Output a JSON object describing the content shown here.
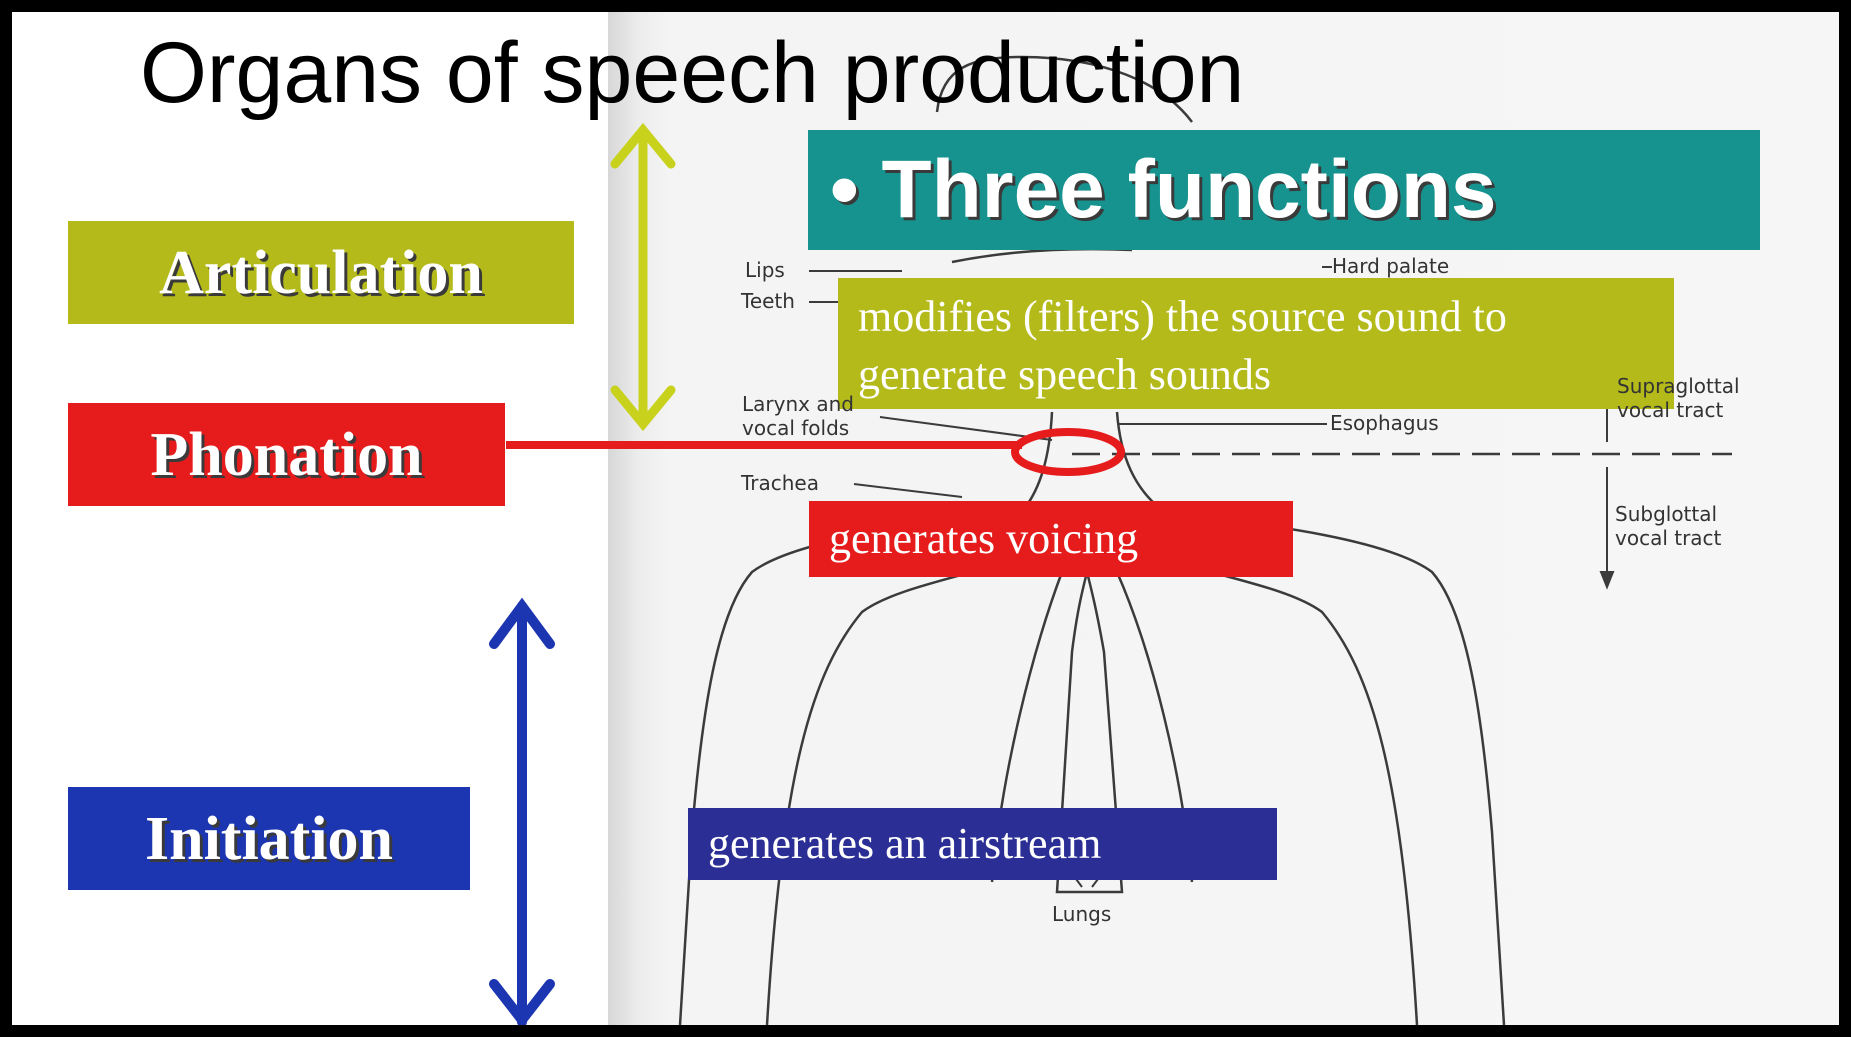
{
  "title": "Organs of speech production",
  "heading": "• Three functions",
  "functions": {
    "articulation": {
      "label": "Articulation",
      "description": "modifies (filters) the source sound to generate speech sounds",
      "color": "#b3ba1a"
    },
    "phonation": {
      "label": "Phonation",
      "description": "generates voicing",
      "color": "#e61c1c"
    },
    "initiation": {
      "label": "Initiation",
      "description": "generates an airstream",
      "color": "#1c35b0"
    }
  },
  "heading_color": "#16928f",
  "diagram_labels": {
    "lips": "Lips",
    "teeth": "Teeth",
    "hard_palate": "Hard palate",
    "larynx": "Larynx and vocal folds",
    "esophagus": "Esophagus",
    "trachea": "Trachea",
    "supraglottal": "Supraglottal vocal tract",
    "subglottal": "Subglottal vocal tract",
    "lungs": "Lungs"
  }
}
